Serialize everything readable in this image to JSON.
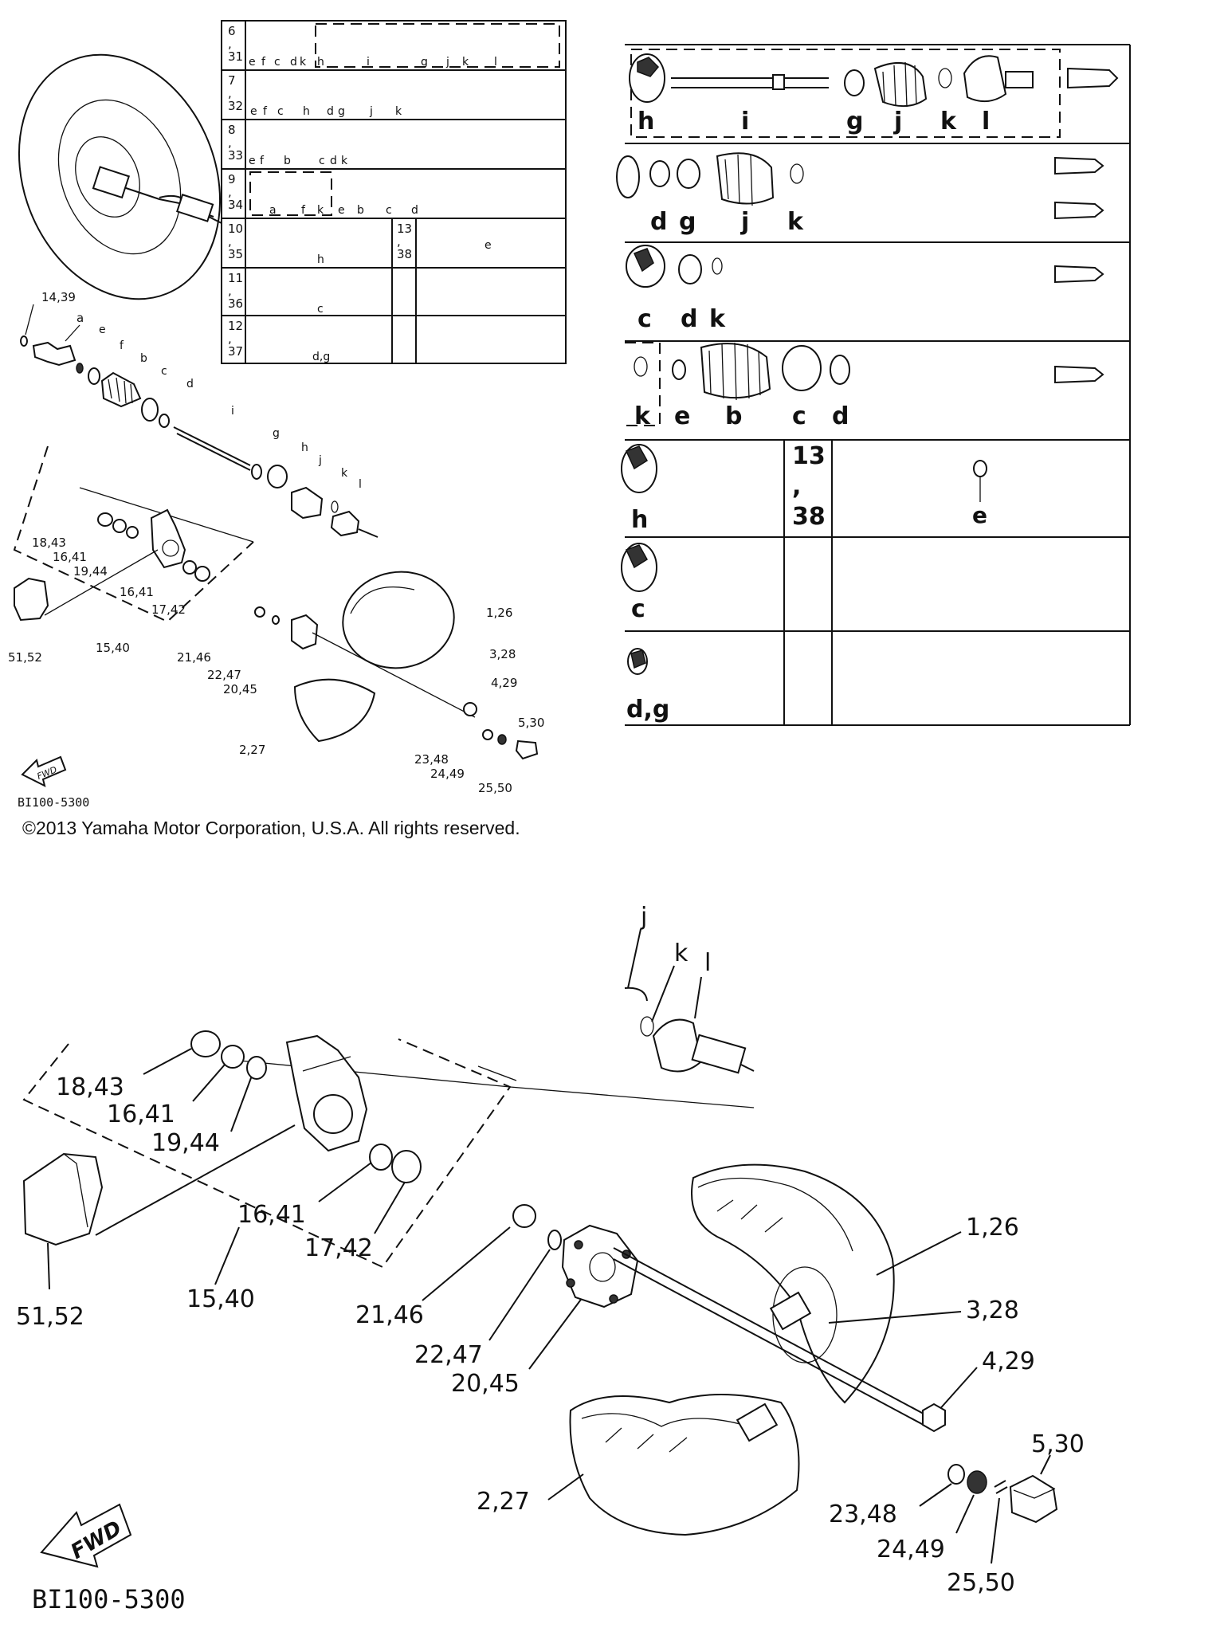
{
  "copyright": "©2013 Yamaha Motor Corporation, U.S.A. All rights reserved.",
  "diagram_code": "BI100-5300",
  "fwd_label": "FWD",
  "table": {
    "rows": [
      {
        "ref": "6\n,\n31",
        "letters": [
          "e",
          "f",
          "c",
          "d",
          "k",
          "h",
          "i",
          "g",
          "j",
          "k",
          "l"
        ]
      },
      {
        "ref": "7\n,\n32",
        "letters": [
          "e",
          "f",
          "c",
          "h",
          "d",
          "g",
          "j",
          "k"
        ]
      },
      {
        "ref": "8\n,\n33",
        "letters": [
          "e",
          "f",
          "b",
          "c",
          "d",
          "k"
        ]
      },
      {
        "ref": "9\n,\n34",
        "letters": [
          "a",
          "f",
          "k",
          "e",
          "b",
          "c",
          "d"
        ]
      },
      {
        "ref": "10\n,\n35",
        "letters": [
          "h"
        ],
        "ref2": "13\n,\n38",
        "letters2": [
          "e"
        ]
      },
      {
        "ref": "11\n,\n36",
        "letters": [
          "c"
        ]
      },
      {
        "ref": "12\n,\n37",
        "letters": [
          "d,g"
        ]
      }
    ]
  },
  "zoom_table": {
    "row1": [
      "h",
      "i",
      "g",
      "j",
      "k",
      "l"
    ],
    "row2": [
      "d",
      "g",
      "j",
      "k"
    ],
    "row3": [
      "c",
      "d",
      "k"
    ],
    "row4": [
      "k",
      "e",
      "b",
      "c",
      "d"
    ],
    "row5_left": "h",
    "row5_ref": "13\n,\n38",
    "row5_right": "e",
    "row6": "c",
    "row7": "d,g"
  },
  "labels": {
    "l14_39": "14,39",
    "a": "a",
    "e": "e",
    "f": "f",
    "b": "b",
    "c": "c",
    "d": "d",
    "i": "i",
    "g": "g",
    "h": "h",
    "j": "j",
    "k": "k",
    "l": "l",
    "l18_43": "18,43",
    "l16_41a": "16,41",
    "l19_44": "19,44",
    "l16_41b": "16,41",
    "l17_42": "17,42",
    "l51_52": "51,52",
    "l15_40": "15,40",
    "l21_46": "21,46",
    "l22_47": "22,47",
    "l20_45": "20,45",
    "l1_26": "1,26",
    "l3_28": "3,28",
    "l4_29": "4,29",
    "l5_30": "5,30",
    "l2_27": "2,27",
    "l23_48": "23,48",
    "l24_49": "24,49",
    "l25_50": "25,50"
  }
}
